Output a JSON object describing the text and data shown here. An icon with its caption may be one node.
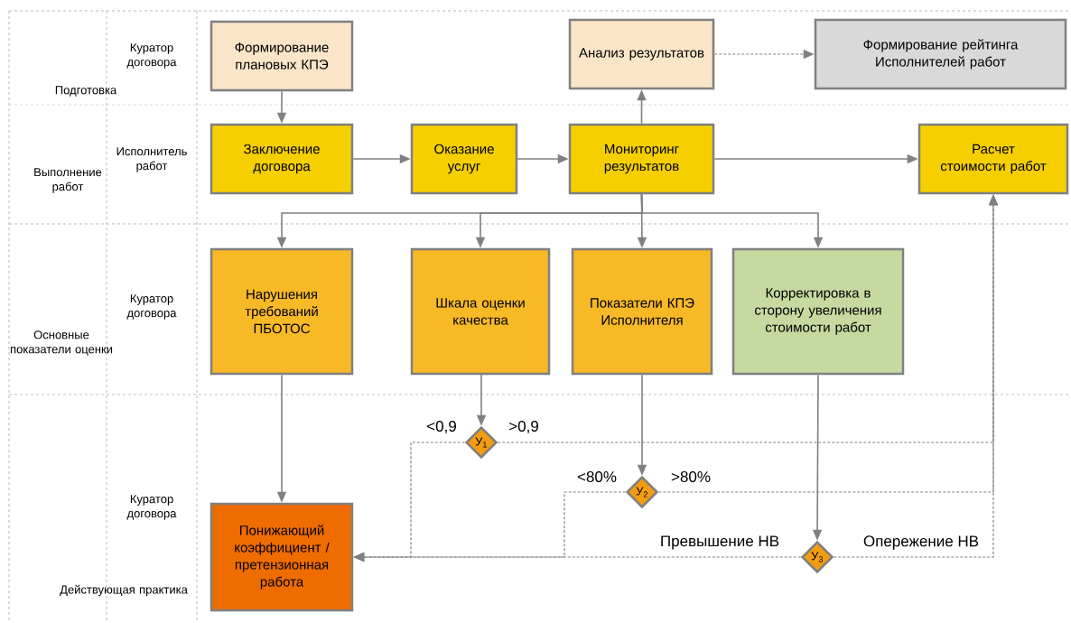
{
  "diagram": {
    "nodes": [
      {
        "text": [
          "Формирование плановых КПЭ"
        ]
      },
      {
        "text": [
          "Анализ результатов"
        ]
      },
      {
        "text": [
          "Формирование рейтинга Исполнителей работ"
        ]
      },
      {
        "text": [
          "Заключение договора"
        ]
      },
      {
        "text": [
          "Оказание услуг"
        ]
      },
      {
        "text": [
          "Мониторинг результатов"
        ]
      },
      {
        "text": [
          "Расчет стоимости работ"
        ]
      },
      {
        "text": [
          "Нарушения требований ПБОТОС"
        ]
      },
      {
        "text": [
          "Шкала оценки качества"
        ]
      },
      {
        "text": [
          "Показатели КПЭ Исполнителя"
        ]
      },
      {
        "text": [
          "Корректировка в сторону увеличения стоимости работ"
        ]
      },
      {
        "text": [
          "У$_{1}$"
        ]
      },
      {
        "text": [
          "У$_{2}$"
        ]
      },
      {
        "text": [
          "У$_{3}$"
        ]
      },
      {
        "text": [
          "Понижающий коэффициент / претензионная работа"
        ]
      }
    ],
    "edges": [
      {
        "from": 0,
        "to": 3,
        "arrow": "to"
      },
      {
        "from": 3,
        "to": 4,
        "arrow": "to"
      },
      {
        "from": 4,
        "to": 5,
        "arrow": "to"
      },
      {
        "from": 5,
        "to": 1,
        "arrow": "to"
      },
      {
        "from": 1,
        "to": 2,
        "arrow": "to",
        "style": "dashed"
      },
      {
        "from": 5,
        "to": 6,
        "arrow": "to"
      },
      {
        "from": 5,
        "to": 7,
        "arrow": "to"
      },
      {
        "from": 5,
        "to": 8,
        "arrow": "to"
      },
      {
        "from": 5,
        "to": 9,
        "arrow": "to"
      },
      {
        "from": 5,
        "to": 10,
        "arrow": "to"
      },
      {
        "from": 7,
        "to": 14,
        "arrow": "to"
      },
      {
        "from": 8,
        "to": 11,
        "arrow": "to"
      },
      {
        "from": 9,
        "to": 12,
        "arrow": "to"
      },
      {
        "from": 10,
        "to": 13,
        "arrow": "to"
      },
      {
        "from": 11,
        "to": 14,
        "arrow": "to",
        "style": "dashed",
        "label": "<0,9"
      },
      {
        "from": 11,
        "to": 6,
        "arrow": "to",
        "style": "dashed",
        "label": ">0,9"
      },
      {
        "from": 12,
        "to": 14,
        "arrow": "to",
        "style": "dashed",
        "label": "<80%"
      },
      {
        "from": 12,
        "to": 6,
        "arrow": "to",
        "style": "dashed",
        "label": ">80%"
      },
      {
        "from": 13,
        "to": 14,
        "arrow": "to",
        "style": "dashed",
        "label": "Превышение НВ"
      },
      {
        "from": 13,
        "to": 6,
        "arrow": "to",
        "style": "dashed",
        "label": "Опережение НВ"
      }
    ],
    "labels": [
      "Куратор договора",
      "Подготовка",
      "Исполнитель работ",
      "Выполнение работ",
      "Куратор договора",
      "Основные показатели оценки",
      "Куратор договора",
      "Действующая практика"
    ]
  }
}
